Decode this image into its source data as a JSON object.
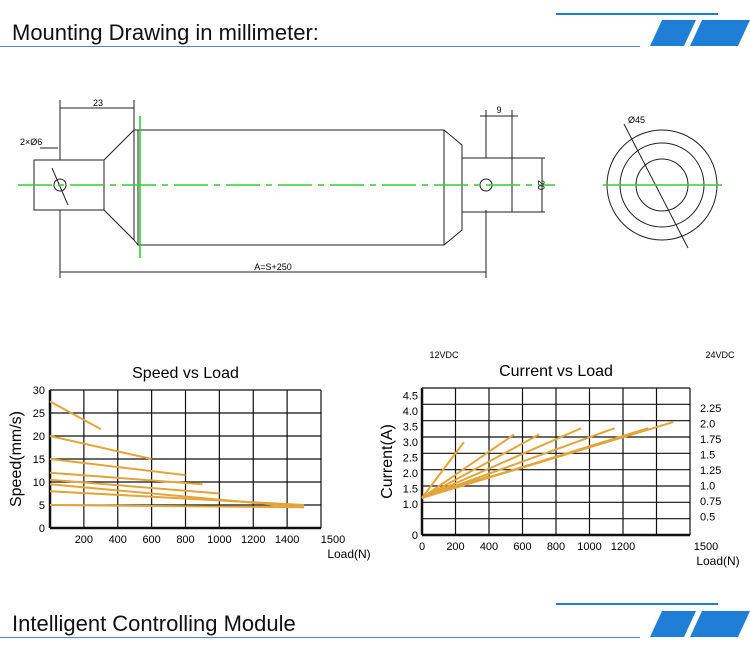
{
  "header": {
    "title": "Mounting Drawing in millimeter:"
  },
  "drawing": {
    "dim_top_left": "23",
    "dim_top_right": "9",
    "dim_hole": "2×Ø6",
    "dim_height": "20",
    "dim_length": "A=S+250",
    "dim_diameter": "Ø45"
  },
  "footer": {
    "title": "Intelligent Controlling Module"
  },
  "chart_data": [
    {
      "type": "line",
      "title": "Speed vs Load",
      "xlabel": "Load(N)",
      "ylabel": "Speed(mm/s)",
      "xlim": [
        0,
        1600
      ],
      "ylim": [
        0,
        30
      ],
      "x_ticks": [
        "200",
        "400",
        "600",
        "800",
        "1000",
        "1200",
        "1400",
        "1500"
      ],
      "y_ticks": [
        "0",
        "5",
        "10",
        "15",
        "20",
        "25",
        "30"
      ],
      "line_color": "#e3a53a",
      "series": [
        {
          "x": [
            0,
            300
          ],
          "y": [
            27.5,
            21.5
          ]
        },
        {
          "x": [
            0,
            600
          ],
          "y": [
            20,
            15
          ]
        },
        {
          "x": [
            0,
            800
          ],
          "y": [
            15,
            11.5
          ]
        },
        {
          "x": [
            0,
            900
          ],
          "y": [
            12,
            9.5
          ]
        },
        {
          "x": [
            0,
            1000
          ],
          "y": [
            10.5,
            7.5
          ]
        },
        {
          "x": [
            0,
            1500
          ],
          "y": [
            9.5,
            4.5
          ]
        },
        {
          "x": [
            0,
            1500
          ],
          "y": [
            8,
            5
          ]
        },
        {
          "x": [
            0,
            1500
          ],
          "y": [
            5,
            4.5
          ]
        }
      ]
    },
    {
      "type": "line",
      "title": "Current vs Load",
      "xlabel": "Load(N)",
      "ylabel": "Current(A)",
      "left_axis_label": "12VDC",
      "right_axis_label": "24VDC",
      "xlim": [
        0,
        1600
      ],
      "ylim": [
        0,
        4.75
      ],
      "x_ticks": [
        "0",
        "200",
        "400",
        "600",
        "800",
        "1000",
        "1200",
        "1500"
      ],
      "y_ticks": [
        "0",
        "1.0",
        "1.5",
        "2.0",
        "2.5",
        "3.0",
        "3.5",
        "4.0",
        "4.5"
      ],
      "y2_ticks": [
        "0.5",
        "0.75",
        "1.0",
        "1.25",
        "1.5",
        "1.75",
        "2.0",
        "2.25"
      ],
      "line_color": "#e3a53a",
      "series": [
        {
          "x": [
            0,
            250
          ],
          "y": [
            1.2,
            3.0
          ]
        },
        {
          "x": [
            0,
            550
          ],
          "y": [
            1.2,
            3.25
          ]
        },
        {
          "x": [
            0,
            700
          ],
          "y": [
            1.2,
            3.25
          ]
        },
        {
          "x": [
            0,
            950
          ],
          "y": [
            1.2,
            3.45
          ]
        },
        {
          "x": [
            0,
            1150
          ],
          "y": [
            1.2,
            3.45
          ]
        },
        {
          "x": [
            0,
            1350
          ],
          "y": [
            1.2,
            3.45
          ]
        },
        {
          "x": [
            0,
            1500
          ],
          "y": [
            1.2,
            3.65
          ]
        },
        {
          "x": [
            0,
            400
          ],
          "y": [
            1.2,
            1.9
          ]
        }
      ]
    }
  ]
}
